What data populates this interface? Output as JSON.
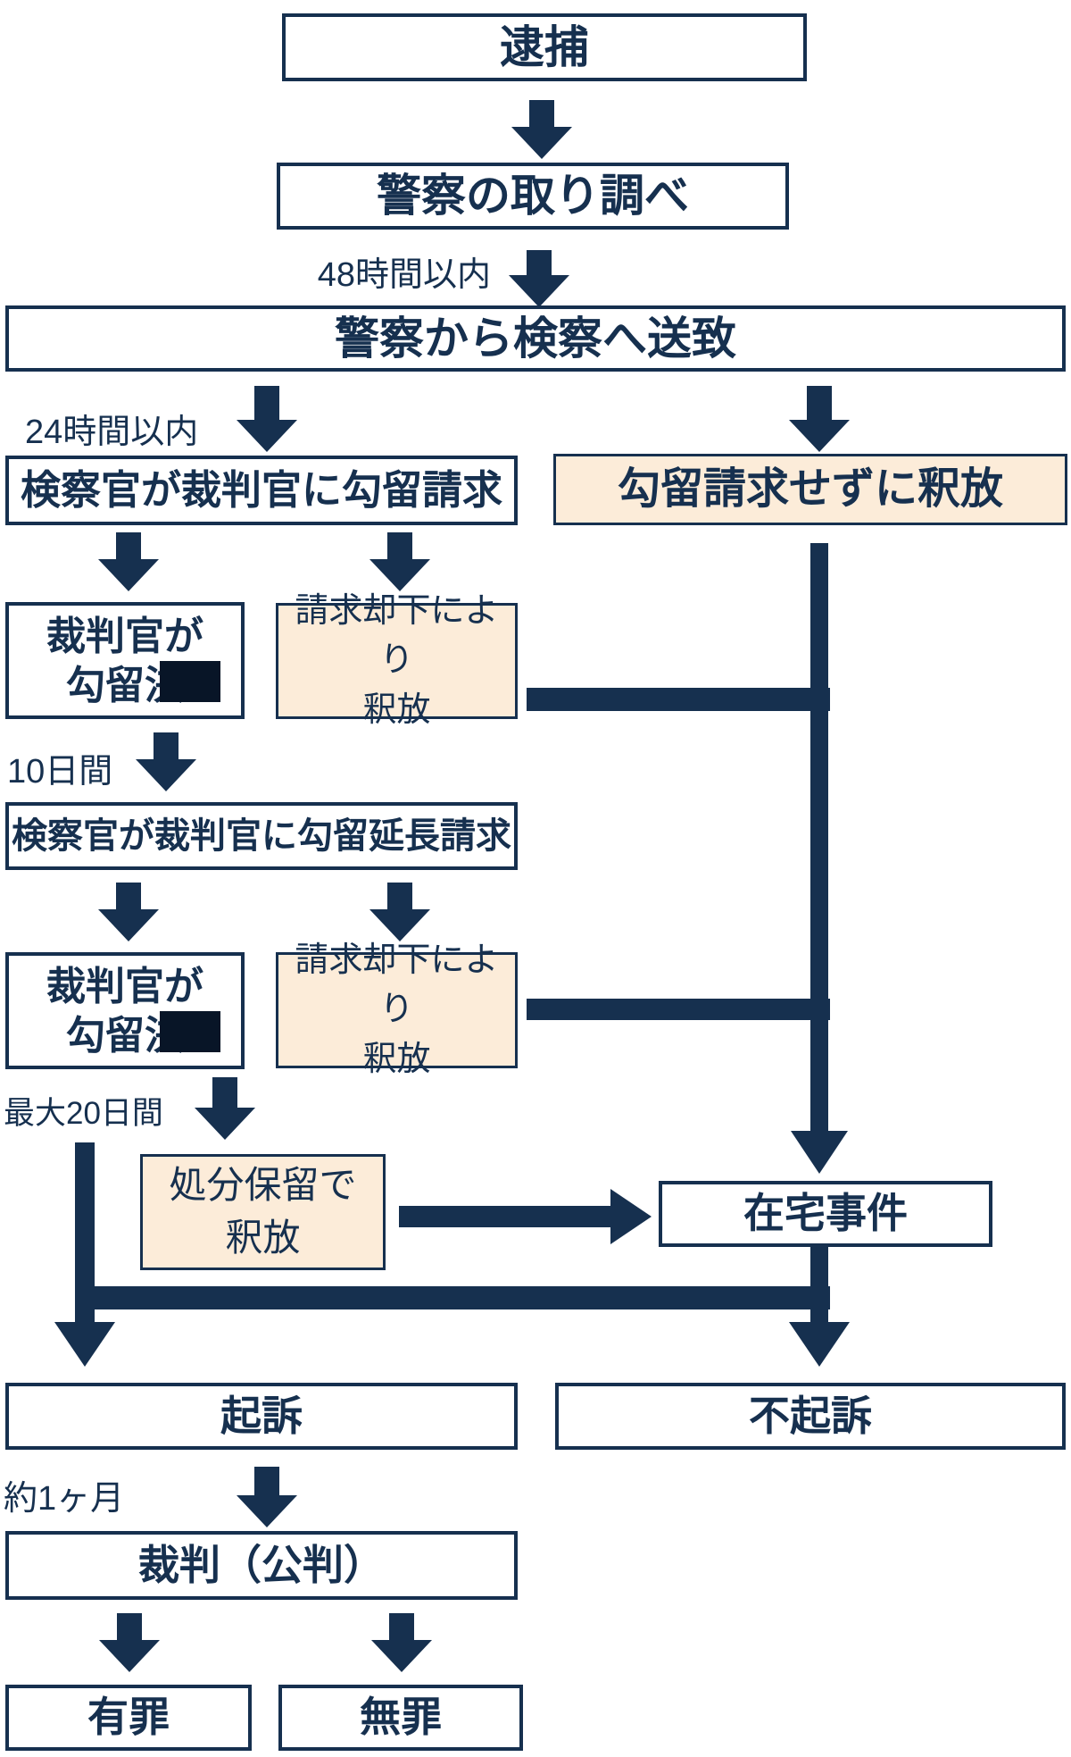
{
  "diagram": {
    "type": "flowchart",
    "language": "ja",
    "nodes": {
      "taiho": {
        "label": "逮捕"
      },
      "torishirabe": {
        "label": "警察の取り調べ"
      },
      "sochi": {
        "label": "警察から検察へ送致"
      },
      "koryu_seikyu": {
        "label": "検察官が裁判官に勾留請求"
      },
      "shakuho_without_request": {
        "label": "勾留請求せずに釈放"
      },
      "saibankan_kettei_1": {
        "line1": "裁判官が",
        "line2": "勾留",
        "redacted_char": "決",
        "redacted": true
      },
      "kyakka_shakuho_1": {
        "line1": "請求却下により",
        "line2": "釈放"
      },
      "encho_seikyu": {
        "label": "検察官が裁判官に勾留延長請求"
      },
      "saibankan_kettei_2": {
        "line1": "裁判官が",
        "line2": "勾留",
        "redacted_char": "決",
        "redacted": true
      },
      "kyakka_shakuho_2": {
        "line1": "請求却下により",
        "line2": "釈放"
      },
      "shobun_horyu": {
        "line1": "処分保留で",
        "line2": "釈放"
      },
      "zaitaku": {
        "label": "在宅事件"
      },
      "kiso": {
        "label": "起訴"
      },
      "fukiso": {
        "label": "不起訴"
      },
      "saiban": {
        "label": "裁判（公判）"
      },
      "yuzai": {
        "label": "有罪"
      },
      "muzai": {
        "label": "無罪"
      }
    },
    "time_labels": {
      "within_48h": "48時間以内",
      "within_24h": "24時間以内",
      "days_10": "10日間",
      "days_20_max": "最大20日間",
      "about_1_month": "約1ヶ月"
    },
    "edges": [
      {
        "from": "taiho",
        "to": "torishirabe"
      },
      {
        "from": "torishirabe",
        "to": "sochi",
        "label_key": "within_48h"
      },
      {
        "from": "sochi",
        "to": "koryu_seikyu",
        "label_key": "within_24h"
      },
      {
        "from": "sochi",
        "to": "shakuho_without_request"
      },
      {
        "from": "koryu_seikyu",
        "to": "saibankan_kettei_1"
      },
      {
        "from": "koryu_seikyu",
        "to": "kyakka_shakuho_1"
      },
      {
        "from": "kyakka_shakuho_1",
        "to": "zaitaku"
      },
      {
        "from": "saibankan_kettei_1",
        "to": "encho_seikyu",
        "label_key": "days_10"
      },
      {
        "from": "encho_seikyu",
        "to": "saibankan_kettei_2"
      },
      {
        "from": "encho_seikyu",
        "to": "kyakka_shakuho_2"
      },
      {
        "from": "kyakka_shakuho_2",
        "to": "zaitaku"
      },
      {
        "from": "saibankan_kettei_2",
        "to": "shobun_horyu",
        "label_key": "days_20_max"
      },
      {
        "from": "shakuho_without_request",
        "to": "zaitaku"
      },
      {
        "from": "shobun_horyu",
        "to": "zaitaku"
      },
      {
        "from": "saibankan_kettei_2",
        "to": "kiso"
      },
      {
        "from": "zaitaku",
        "to": "fukiso"
      },
      {
        "from": "zaitaku",
        "to": "kiso"
      },
      {
        "from": "kiso",
        "to": "saiban",
        "label_key": "about_1_month"
      },
      {
        "from": "saiban",
        "to": "yuzai"
      },
      {
        "from": "saiban",
        "to": "muzai"
      }
    ],
    "colors": {
      "navy": "#16304f",
      "peach": "#fcecd9",
      "white": "#ffffff",
      "redaction": "#081527"
    }
  }
}
